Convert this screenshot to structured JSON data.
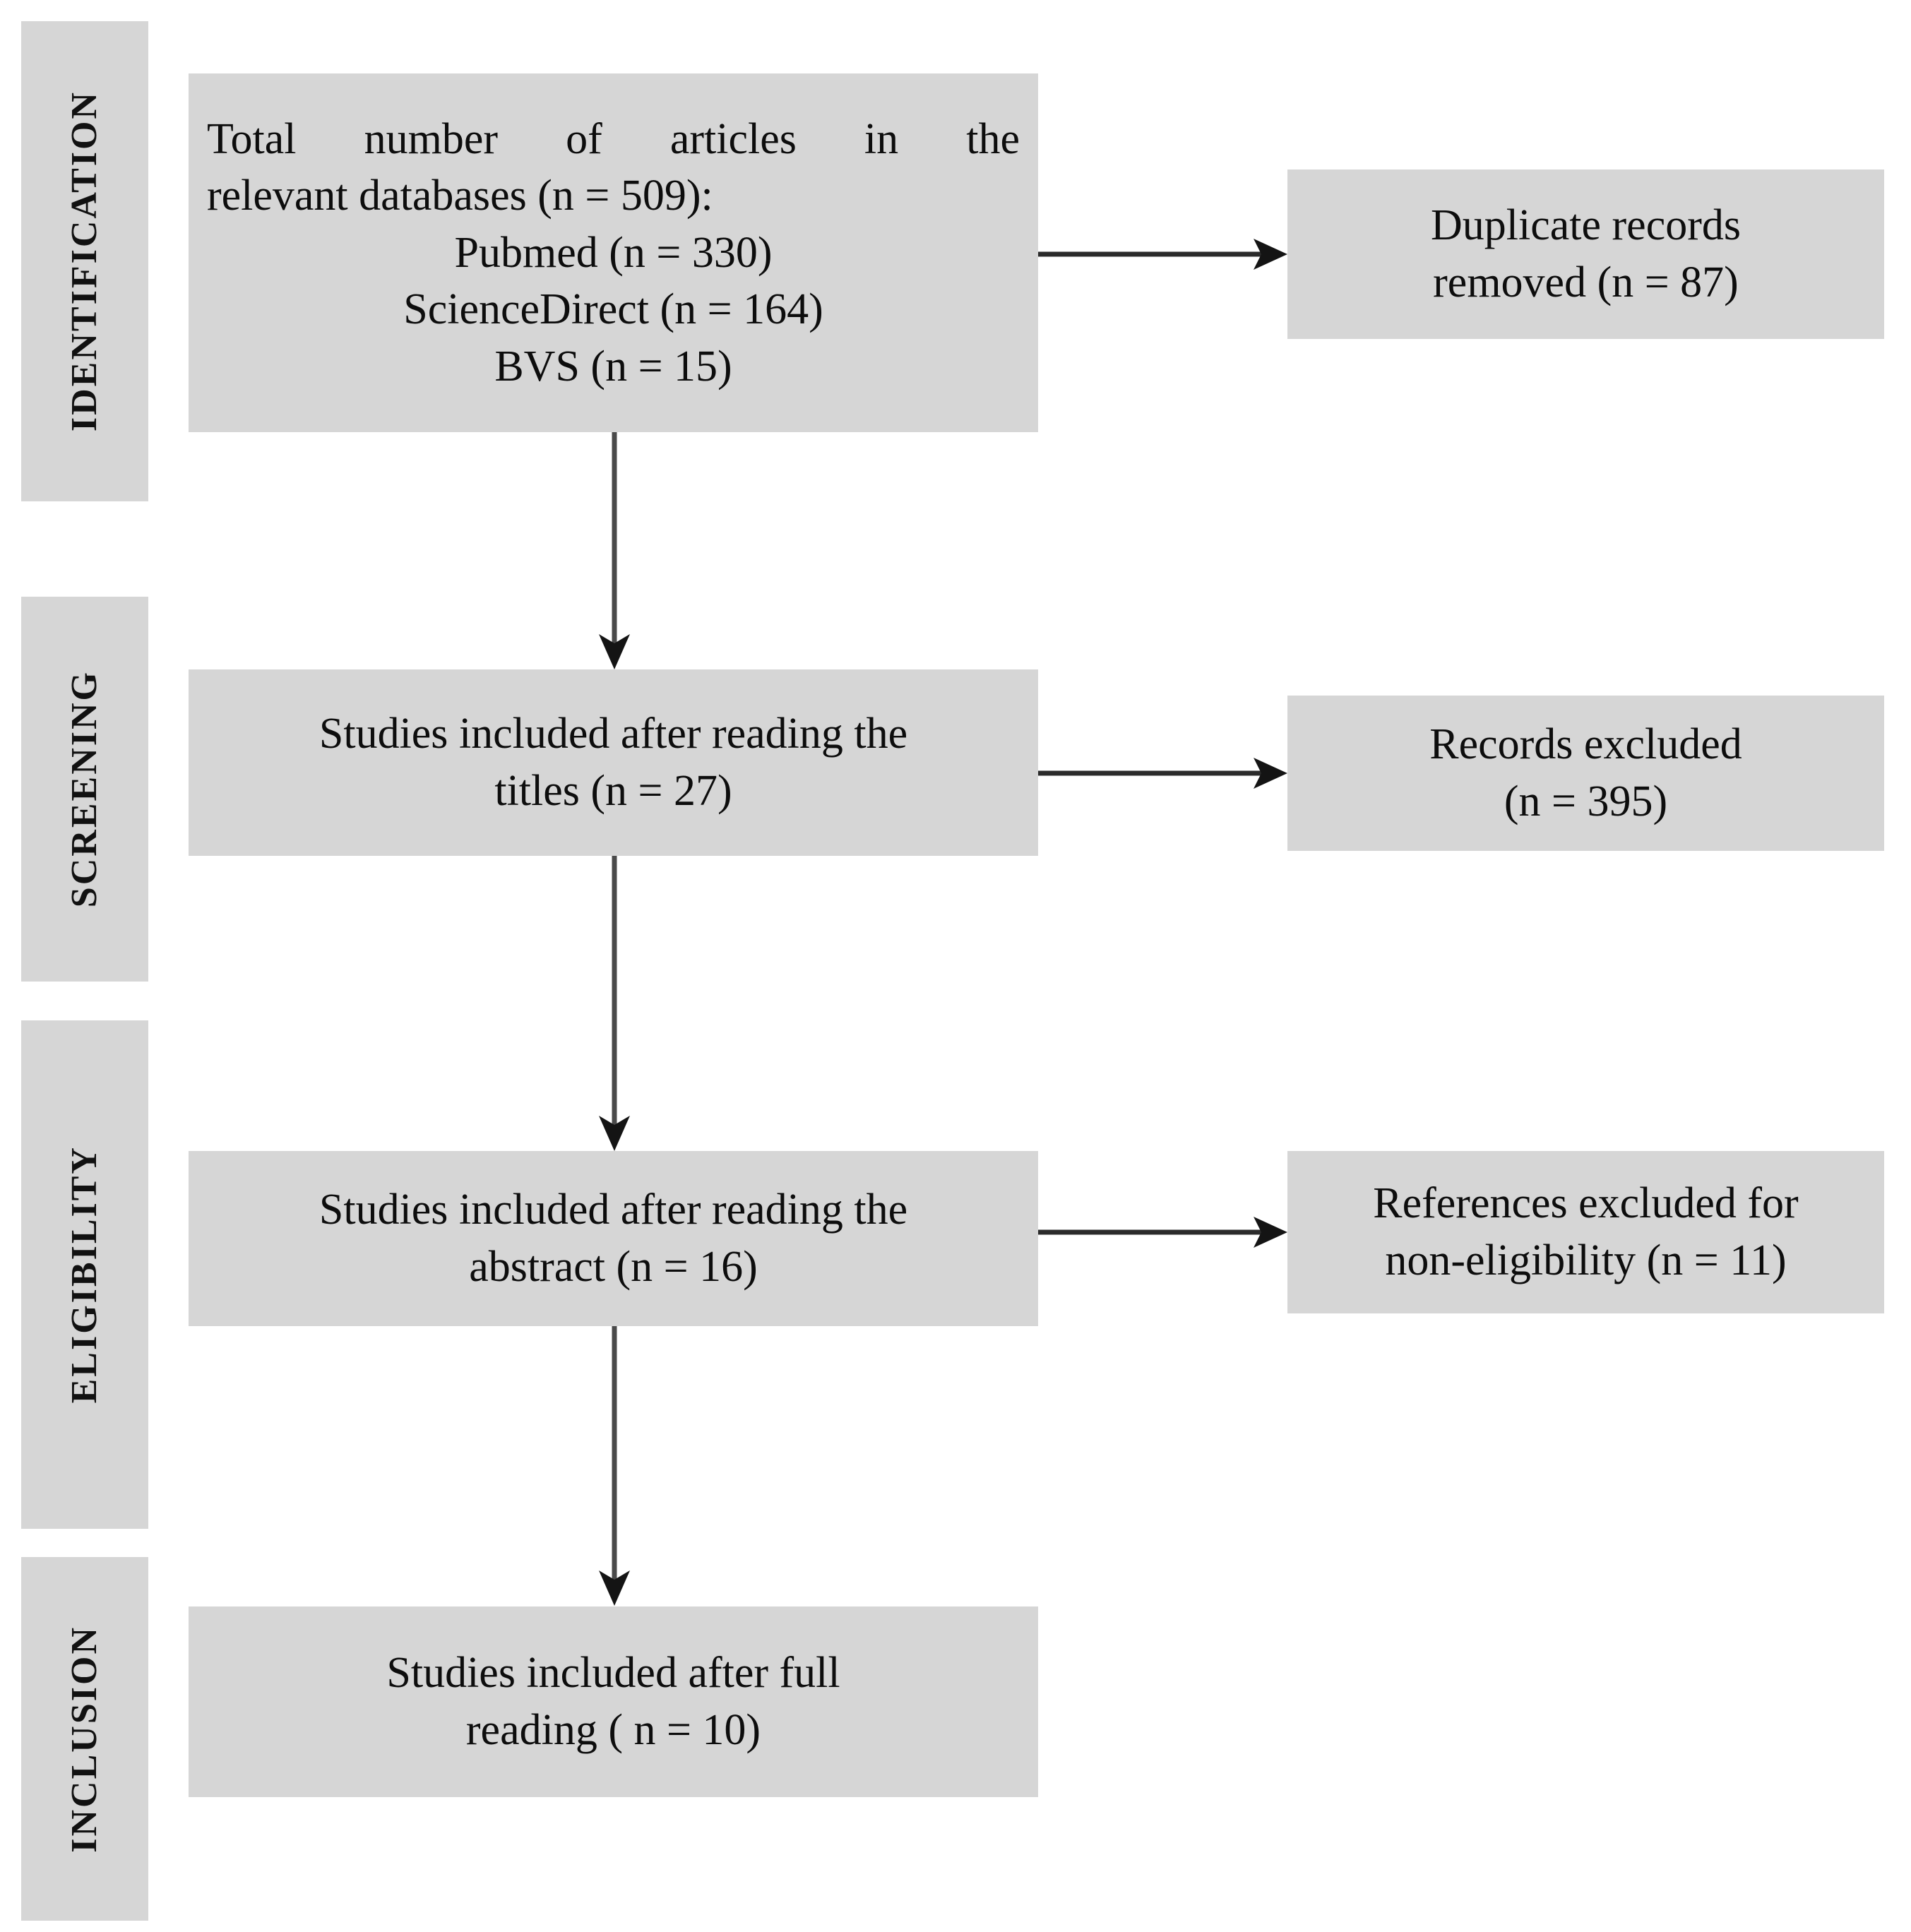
{
  "diagram": {
    "type": "prisma-flow-diagram",
    "title": "PRISMA study selection flow diagram",
    "colors": {
      "box_fill": "#d6d6d6",
      "band_fill": "#d6d6d6",
      "text": "#0d0d0d",
      "arrow": "#2b2b2b",
      "page_background": "#ffffff"
    }
  },
  "stages": [
    {
      "id": "identification",
      "label": "IDENTIFICATION"
    },
    {
      "id": "screening",
      "label": "SCREENING"
    },
    {
      "id": "eligibility",
      "label": "ELIGIBILITY"
    },
    {
      "id": "inclusion",
      "label": "INCLUSION"
    }
  ],
  "nodes": {
    "identification_main": {
      "id": "identification-main-box",
      "stage": "identification",
      "lines": [
        "Total number of articles in the",
        "relevant databases (n = 509):",
        "Pubmed (n = 330)",
        "ScienceDirect (n = 164)",
        "BVS (n = 15)"
      ],
      "total": 509,
      "sources": [
        {
          "name": "Pubmed",
          "n": 330
        },
        {
          "name": "ScienceDirect",
          "n": 164
        },
        {
          "name": "BVS",
          "n": 15
        }
      ]
    },
    "duplicates_removed": {
      "id": "duplicate-records-removed-box",
      "stage": "identification",
      "lines": [
        "Duplicate records",
        "removed (n = 87)"
      ],
      "n": 87
    },
    "screening_main": {
      "id": "studies-after-titles-box",
      "stage": "screening",
      "lines": [
        "Studies included after reading the",
        "titles (n = 27)"
      ],
      "n": 27
    },
    "records_excluded": {
      "id": "records-excluded-box",
      "stage": "screening",
      "lines": [
        "Records excluded",
        "(n = 395)"
      ],
      "n": 395
    },
    "eligibility_main": {
      "id": "studies-after-abstract-box",
      "stage": "eligibility",
      "lines": [
        "Studies included after reading the",
        "abstract (n = 16)"
      ],
      "n": 16
    },
    "references_excluded": {
      "id": "references-excluded-box",
      "stage": "eligibility",
      "lines": [
        "References excluded for",
        "non-eligibility (n = 11)"
      ],
      "n": 11
    },
    "inclusion_main": {
      "id": "studies-after-full-reading-box",
      "stage": "inclusion",
      "lines": [
        "Studies included after full",
        "reading ( n = 10)"
      ],
      "n": 10
    }
  },
  "connectors": [
    {
      "id": "identification-to-duplicates",
      "from": "identification_main",
      "to": "duplicates_removed",
      "direction": "right"
    },
    {
      "id": "identification-to-screening",
      "from": "identification_main",
      "to": "screening_main",
      "direction": "down"
    },
    {
      "id": "screening-to-records-excluded",
      "from": "screening_main",
      "to": "records_excluded",
      "direction": "right"
    },
    {
      "id": "screening-to-eligibility",
      "from": "screening_main",
      "to": "eligibility_main",
      "direction": "down"
    },
    {
      "id": "eligibility-to-references-excluded",
      "from": "eligibility_main",
      "to": "references_excluded",
      "direction": "right"
    },
    {
      "id": "eligibility-to-inclusion",
      "from": "eligibility_main",
      "to": "inclusion_main",
      "direction": "down"
    }
  ]
}
